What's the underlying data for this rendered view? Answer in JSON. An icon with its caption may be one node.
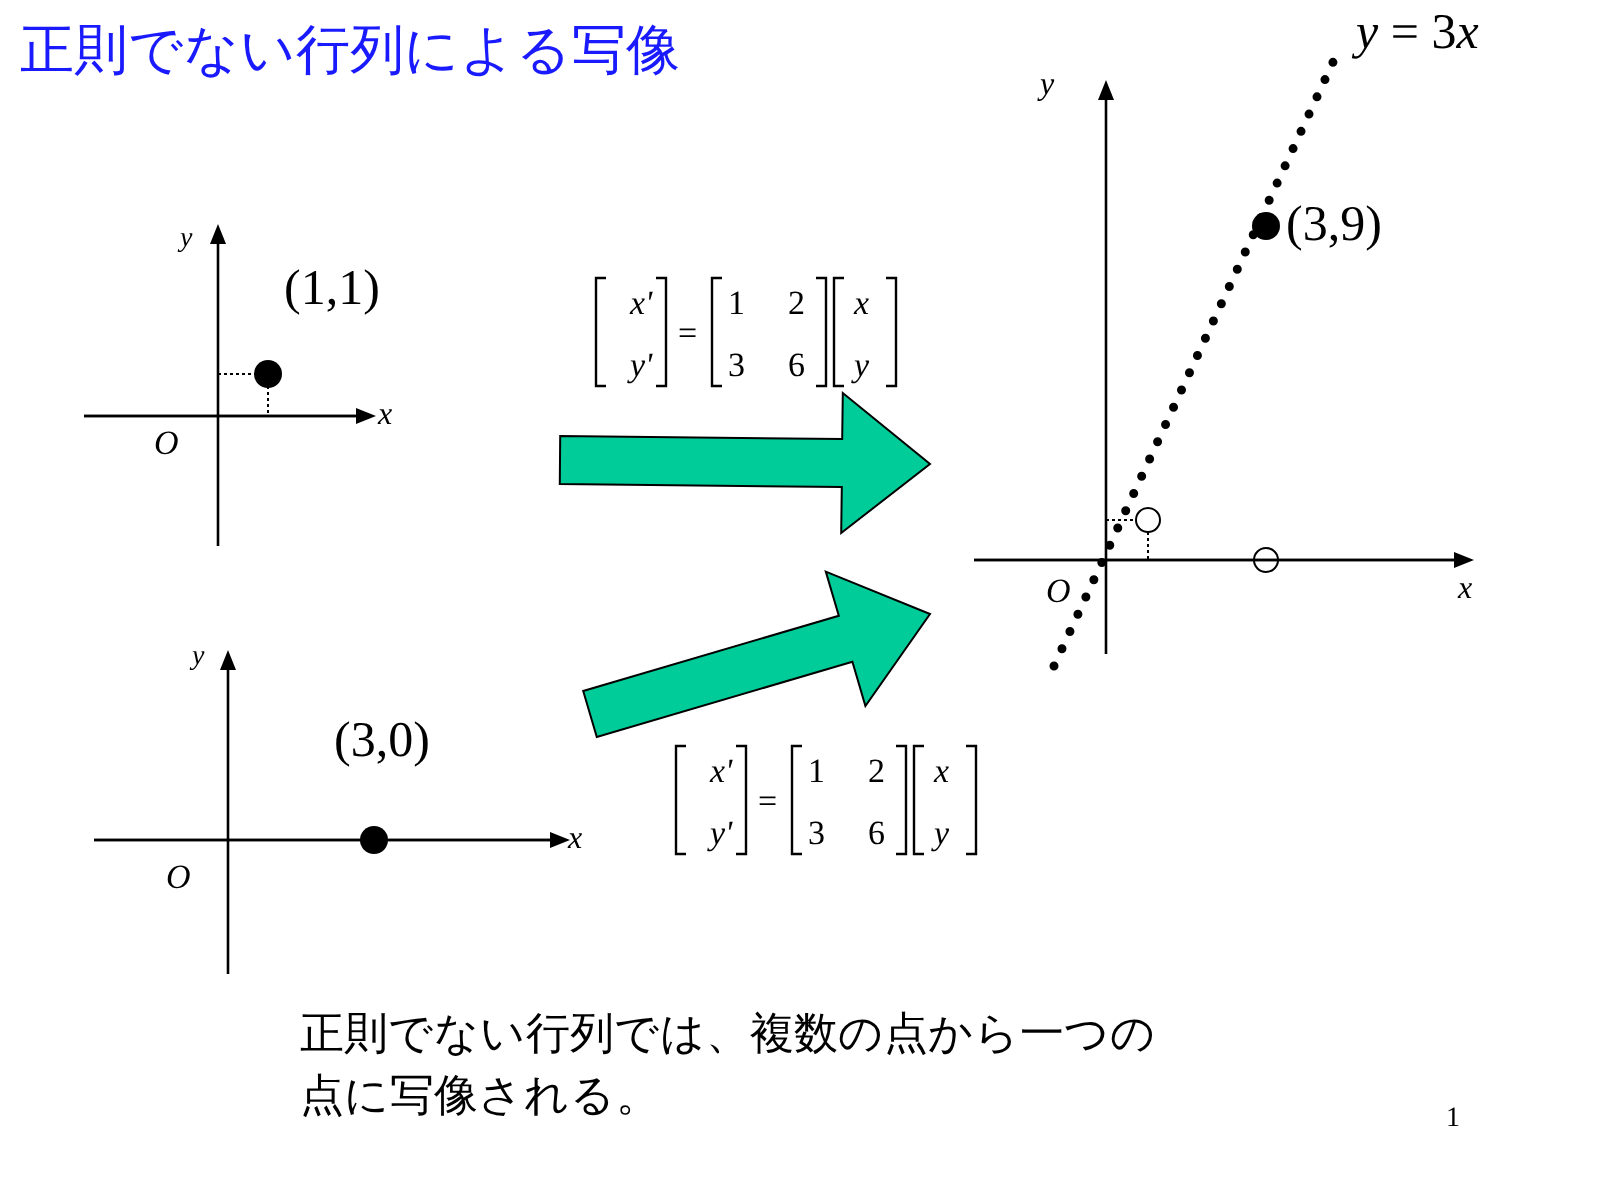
{
  "diagram": {
    "title": "正則でない行列による写像",
    "nodes": [
      {
        "text": [
          "y",
          "(1,1)",
          "x",
          "O"
        ]
      },
      {
        "text": [
          "y",
          "(3,0)",
          "x",
          "O"
        ]
      },
      {
        "text": [
          "y",
          "y = 3x",
          "(3,9)",
          "O",
          "x"
        ]
      }
    ],
    "edges": [
      {
        "from": 0,
        "to": 2,
        "arrow": "to"
      },
      {
        "from": 1,
        "to": 2,
        "arrow": "to"
      }
    ],
    "labels": [
      "x'",
      "=",
      "1",
      "2",
      "x",
      "y'",
      "3",
      "6",
      "y",
      "x'",
      "=",
      "1",
      "2",
      "x",
      "y'",
      "3",
      "6",
      "y",
      "1"
    ],
    "caption": "正則でない行列では、複数の点から一つの点に写像される。"
  }
}
